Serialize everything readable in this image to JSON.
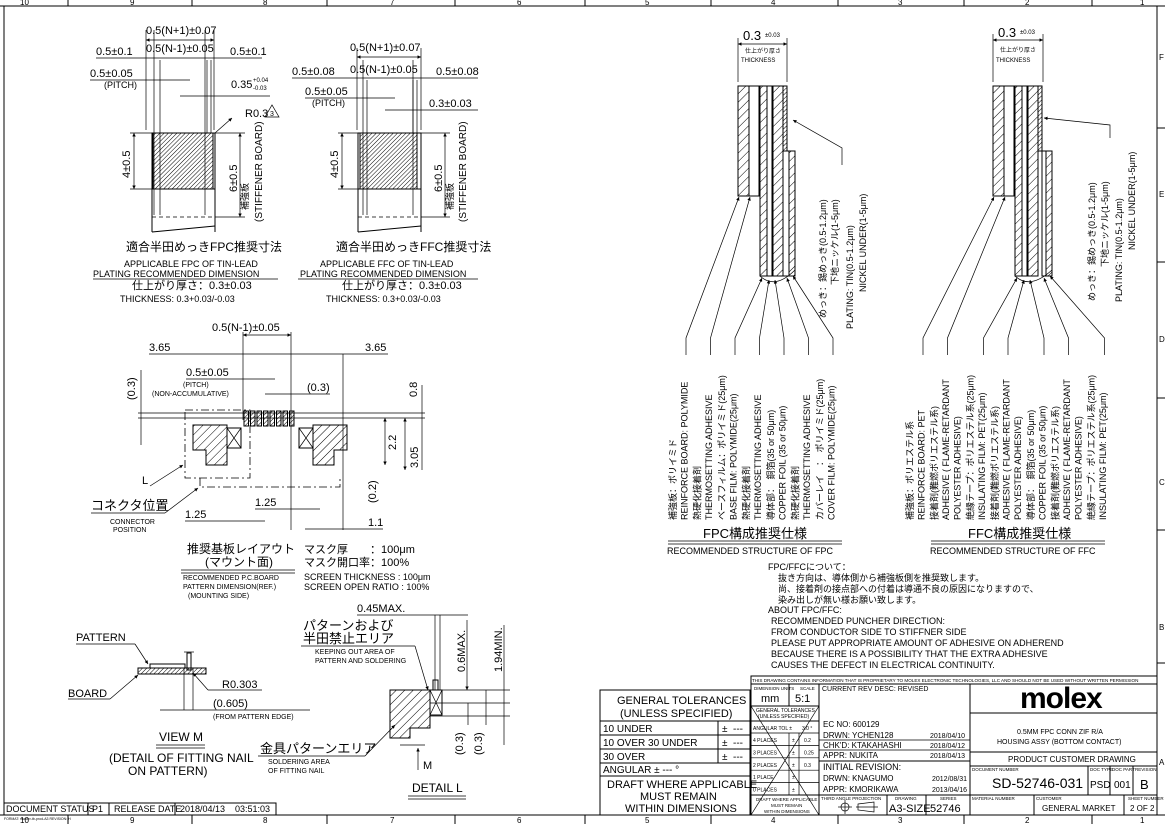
{
  "frame": {
    "top_zones": [
      "10",
      "9",
      "8",
      "7",
      "6",
      "5",
      "4",
      "3",
      "2",
      "1"
    ],
    "bottom_zones": [
      "10",
      "9",
      "8",
      "7",
      "6",
      "5",
      "4",
      "3",
      "2",
      "1"
    ],
    "right_zones": [
      "F",
      "E",
      "D",
      "C",
      "B",
      "A"
    ]
  },
  "fpc_dim": {
    "overall": "0.5(N+1)±0.07",
    "inner": "0.5(N-1)±0.05",
    "left_edge": "0.5±0.1",
    "right_edge": "0.5±0.1",
    "pitch": "0.5±0.05",
    "pitch_label": "(PITCH)",
    "conductor_width": "0.35",
    "conductor_tol_plus": "+0.04",
    "conductor_tol_minus": "-0.03",
    "radius": "R0.3",
    "radius_rev": "3",
    "height_exposed": "4±0.5",
    "height_stiffener": "6±0.5",
    "stiffener_jp": "補強板",
    "stiffener_en": "(STIFFENER BOARD)",
    "title_jp": "適合半田めっきFPC推奨寸法",
    "title_en_1": "APPLICABLE FPC OF TIN-LEAD",
    "title_en_2": "PLATING RECOMMENDED DIMENSION",
    "thickness_jp": "仕上がり厚さ：0.3±0.03",
    "thickness_en": "THICKNESS: 0.3+0.03/-0.03"
  },
  "ffc_dim": {
    "overall": "0.5(N+1)±0.07",
    "inner": "0.5(N-1)±0.05",
    "left_edge": "0.5±0.08",
    "right_edge": "0.5±0.08",
    "pitch": "0.5±0.05",
    "pitch_label": "(PITCH)",
    "conductor_width": "0.3±0.03",
    "height_exposed": "4±0.5",
    "height_stiffener": "6±0.5",
    "stiffener_jp": "補強板",
    "stiffener_en": "(STIFFENER BOARD)",
    "title_jp": "適合半田めっきFFC推奨寸法",
    "title_en_1": "APPLICABLE FFC OF TIN-LEAD",
    "title_en_2": "PLATING RECOMMENDED DIMENSION",
    "thickness_jp": "仕上がり厚さ：0.3±0.03",
    "thickness_en": "THICKNESS: 0.3+0.03/-0.03"
  },
  "pcb_layout": {
    "inner": "0.5(N-1)±0.05",
    "left_offset": "3.65",
    "right_offset": "3.65",
    "pitch": "0.5±0.05",
    "pitch_label": "(PITCH)",
    "non_accum": "(NON-ACCUMULATIVE)",
    "pad_width": "(0.3)",
    "left_gap": "(0.3)",
    "dim_08": "0.8",
    "dim_22": "2.2",
    "dim_305": "3.05",
    "dim_02": "(0.2)",
    "dim_125a": "1.25",
    "dim_125b": "1.25",
    "dim_11": "1.1",
    "detail_L": "L",
    "connector_jp": "コネクタ位置",
    "connector_en_1": "CONNECTOR",
    "connector_en_2": "POSITION",
    "title_jp_1": "推奨基板レイアウト",
    "title_jp_2": "(マウント面)",
    "title_en_1": "RECOMMENDED P.C.BOARD",
    "title_en_2": "PATTERN DIMENSION(REF.)",
    "title_en_3": "(MOUNTING SIDE)",
    "mask_jp_1": "マスク厚　　：100μm",
    "mask_jp_2": "マスク開口率：100%",
    "mask_en_1": "SCREEN THICKNESS  : 100μm",
    "mask_en_2": "SCREEN OPEN RATIO : 100%"
  },
  "view_m": {
    "pattern": "PATTERN",
    "board": "BOARD",
    "radius": "R0.303",
    "offset": "(0.605)",
    "offset_note": "(FROM PATTERN EDGE)",
    "title": "VIEW M",
    "subtitle_1": "(DETAIL OF FITTING NAIL",
    "subtitle_2": "ON PATTERN)"
  },
  "detail_l": {
    "max045": "0.45MAX.",
    "keepout_jp_1": "パターンおよび",
    "keepout_jp_2": "半田禁止エリア",
    "keepout_en_1": "KEEPING OUT AREA OF",
    "keepout_en_2": "PATTERN AND SOLDERING",
    "max06": "0.6MAX.",
    "min194": "1.94MIN.",
    "solder_jp": "金具パターンエリア",
    "solder_en_1": "SOLDERING AREA",
    "solder_en_2": "OF FITTING NAIL",
    "dim03a": "(0.3)",
    "dim03b": "(0.3)",
    "view_arrow": "M",
    "title": "DETAIL L"
  },
  "fpc_structure": {
    "thickness": "0.3",
    "thickness_tol": "±0.03",
    "thickness_jp": "仕上がり厚さ",
    "thickness_en": "THICKNESS",
    "plating": [
      "めっき：錫めっき(0.5-1.2μm)",
      "下地ニッケル(1-5μm)",
      "PLATING: TIN(0.5-1.2μm)",
      "NICKEL UNDER(1-5μm)"
    ],
    "layers": [
      [
        "補強板：ポリイミド",
        "REINFORCE BOARD: POLYMIDE"
      ],
      [
        "熱硬化接着剤",
        "THERMOSETTING ADHESIVE"
      ],
      [
        "ベースフィルム：ポリイミド(25μm)",
        "BASE FILM: POLYMIDE(25μm)"
      ],
      [
        "熱硬化接着剤",
        "THERMOSETTING ADHESIVE"
      ],
      [
        "導体部：　銅箔(35 or 50μm)",
        "COPPER FOIL (35 or 50μm)"
      ],
      [
        "熱硬化接着剤",
        "THERMOSETTING ADHESIVE"
      ],
      [
        "カバーレイ　：　ポリイミド(25μm)",
        "COVER FILM: POLYMIDE(25μm)"
      ]
    ],
    "title_jp": "FPC構成推奨仕様",
    "title_en": "RECOMMENDED STRUCTURE OF FPC"
  },
  "ffc_structure": {
    "thickness": "0.3",
    "thickness_tol": "±0.03",
    "thickness_jp": "仕上がり厚さ",
    "thickness_en": "THICKNESS",
    "plating": [
      "めっき：錫めっき(0.5-1.2μm)",
      "下地ニッケル(1-5μm)",
      "PLATING: TIN(0.5-1.2μm)",
      "NICKEL UNDER(1-5μm)"
    ],
    "layers": [
      [
        "補強板：ポリエステル系",
        "REINFORCE BOARD: PET"
      ],
      [
        "接着剤(難燃ポリエステル系)",
        "ADHESIVE ( FLAME-RETARDANT",
        "POLYESTER ADHESIVE)"
      ],
      [
        "絶縁テープ：ポリエステル系(25μm)",
        "INSULATING FILM: PET(25μm)"
      ],
      [
        "接着剤(難燃ポリエステル系)",
        "ADHESIVE ( FLAME-RETARDANT",
        "POLYESTER ADHESIVE)"
      ],
      [
        "導体部：　銅箔(35 or 50μm)",
        "COPPER FOIL (35 or 50μm)"
      ],
      [
        "接着剤(難燃ポリエステル系)",
        "ADHESIVE ( FLAME-RETARDANT",
        "POLYESTER ADHESIVE)"
      ],
      [
        "絶縁テープ：ポリエステル系(25μm)",
        "INSULATING FILM: PET(25μm)"
      ]
    ],
    "title_jp": "FFC構成推奨仕様",
    "title_en": "RECOMMENDED STRUCTURE OF FFC"
  },
  "notes": {
    "head_jp": "FPC/FFCについて：",
    "jp_1": "抜き方向は、導体側から補強板側を推奨致します。",
    "jp_2": "尚、接着剤の接点部への付着は導通不良の原因になりますので、",
    "jp_3": "染み出しが無い様お願い致します。",
    "head_en": "ABOUT FPC/FFC:",
    "en_1": "RECOMMENDED PUNCHER DIRECTION:",
    "en_2": "FROM CONDUCTOR SIDE TO STIFFNER SIDE",
    "en_3": "PLEASE PUT APPROPRIATE AMOUNT OF ADHESIVE ON ADHEREND",
    "en_4": "BECAUSE THERE IS A POSSIBILITY THAT THE EXTRA ADHESIVE",
    "en_5": "CAUSES THE    DEFECT IN ELECTRICAL CONTINUITY."
  },
  "tolerances": {
    "title_1": "GENERAL TOLERANCES",
    "title_2": "(UNLESS SPECIFIED)",
    "rows": [
      {
        "label": "10  UNDER",
        "pm": "±",
        "val": "---"
      },
      {
        "label": "10  OVER  30  UNDER",
        "pm": "±",
        "val": "---"
      },
      {
        "label": "30  OVER",
        "pm": "±",
        "val": "---"
      }
    ],
    "angular": "ANGULAR        ± --- °",
    "draft_1": "DRAFT WHERE APPLICABLE",
    "draft_2": "MUST REMAIN",
    "draft_3": "WITHIN DIMENSIONS"
  },
  "title_block": {
    "proprietary": "THIS DRAWING CONTAINS INFORMATION THAT IS PROPRIETARY TO MOLEX ELECTRONIC TECHNOLOGIES, LLC AND SHOULD NOT BE USED WITHOUT WRITTEN PERMISSION",
    "dim_units_label": "DIMENSION UNITS",
    "dim_units": "mm",
    "scale_label": "SCALE",
    "scale": "5:1",
    "gt_1": "GENERAL TOLERANCES",
    "gt_2": "(UNLESS SPECIFIED)",
    "ang_tol": "ANGULAR TOL  ±",
    "ang_val": "3.0 °",
    "places": [
      {
        "label": "4 PLACES",
        "pm": "±",
        "val": "0.2"
      },
      {
        "label": "3 PLACES",
        "pm": "±",
        "val": "0.25"
      },
      {
        "label": "2 PLACES",
        "pm": "±",
        "val": "0.3"
      },
      {
        "label": "1 PLACE",
        "pm": "±",
        "val": ""
      },
      {
        "label": "0 PLACES",
        "pm": "±",
        "val": ""
      }
    ],
    "small_draft_1": "DRAFT WHERE APPLICABLE",
    "small_draft_2": "MUST REMAIN",
    "small_draft_3": "WITHIN DIMENSIONS",
    "rev_desc": "CURRENT REV DESC: REVISED",
    "ec_no": "EC NO:  600129",
    "drwn": "DRWN:  YCHEN128",
    "drwn_date": "2018/04/10",
    "chkd": "CHK'D:  KTAKAHASHI",
    "chkd_date": "2018/04/12",
    "appr": "APPR:  NUKITA",
    "appr_date": "2018/04/13",
    "initial_rev": "INITIAL REVISION:",
    "init_drwn": "DRWN:  KNAGUMO",
    "init_drwn_date": "2012/08/31",
    "init_appr": "APPR:  KMORIKAWA",
    "init_appr_date": "2013/04/16",
    "projection_label": "THIRD ANGLE PROJECTION",
    "drawing_label": "DRAWING",
    "drawing_size": "A3-SIZE",
    "series_label": "SERIES",
    "series": "52746",
    "logo": "molex",
    "desc_1": "0.5MM FPC CONN ZIF  R/A",
    "desc_2": "HOUSING ASSY (BOTTOM CONTACT)",
    "drawing_type": "PRODUCT CUSTOMER DRAWING",
    "doc_number_label": "DOCUMENT NUMBER",
    "doc_number": "SD-52746-031",
    "doc_type_label": "DOC TYPE",
    "doc_type": "PSD",
    "doc_part_label": "DOC PART",
    "doc_part": "001",
    "revision_label": "REVISION",
    "revision": "B",
    "material_label": "MATERIAL NUMBER",
    "material": "",
    "customer_label": "CUSTOMER",
    "customer": "GENERAL MARKET",
    "sheet_label": "SHEET NUMBER",
    "sheet": "2 OF 2"
  },
  "status": {
    "label": "DOCUMENT STATUS",
    "value": "P1",
    "release_label": "RELEASE DATE",
    "release_date": "2018/04/13",
    "release_time": "03:51:03",
    "form_note": "FORMAT: master-tb-prod-A3 REVISION: H"
  }
}
